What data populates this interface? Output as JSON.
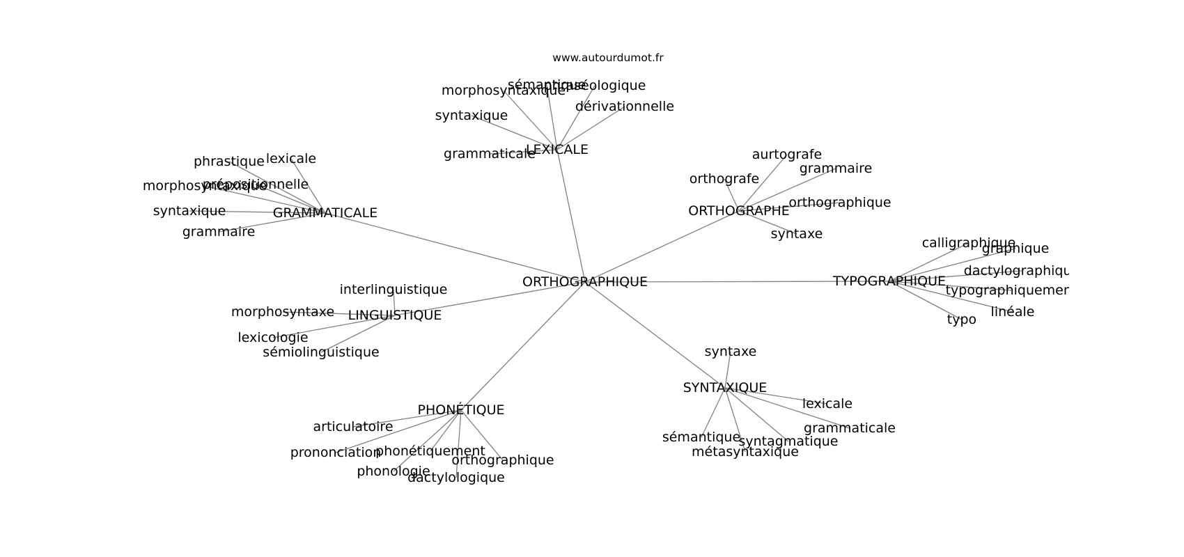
{
  "source": "www.autourdumot.fr",
  "colors": {
    "edge": "#808080",
    "text": "#000000",
    "background": "#ffffff"
  },
  "graph": {
    "center": "ORTHOGRAPHIQUE",
    "clusters": [
      {
        "hub": "LEXICALE",
        "leaves": [
          "sémantique",
          "phraséologique",
          "morphosyntaxique",
          "dérivationnelle",
          "syntaxique",
          "grammaticale"
        ]
      },
      {
        "hub": "GRAMMATICALE",
        "leaves": [
          "lexicale",
          "phrastique",
          "prépositionnelle",
          "morphosyntaxique",
          "syntaxique",
          "grammaire"
        ]
      },
      {
        "hub": "ORTHOGRAPHE",
        "leaves": [
          "aurtografe",
          "grammaire",
          "orthografe",
          "orthographique",
          "syntaxe"
        ]
      },
      {
        "hub": "TYPOGRAPHIQUE",
        "leaves": [
          "calligraphique",
          "graphique",
          "dactylographique",
          "typographiquement",
          "linéale",
          "typo"
        ]
      },
      {
        "hub": "LINGUISTIQUE",
        "leaves": [
          "interlinguistique",
          "morphosyntaxe",
          "lexicologie",
          "sémiolinguistique"
        ]
      },
      {
        "hub": "SYNTAXIQUE",
        "leaves": [
          "syntaxe",
          "lexicale",
          "grammaticale",
          "syntagmatique",
          "sémantique",
          "métasyntaxique"
        ]
      },
      {
        "hub": "PHONÉTIQUE",
        "leaves": [
          "articulatoire",
          "prononciation",
          "phonétiquement",
          "orthographique",
          "phonologie",
          "dactylologique"
        ]
      }
    ]
  }
}
